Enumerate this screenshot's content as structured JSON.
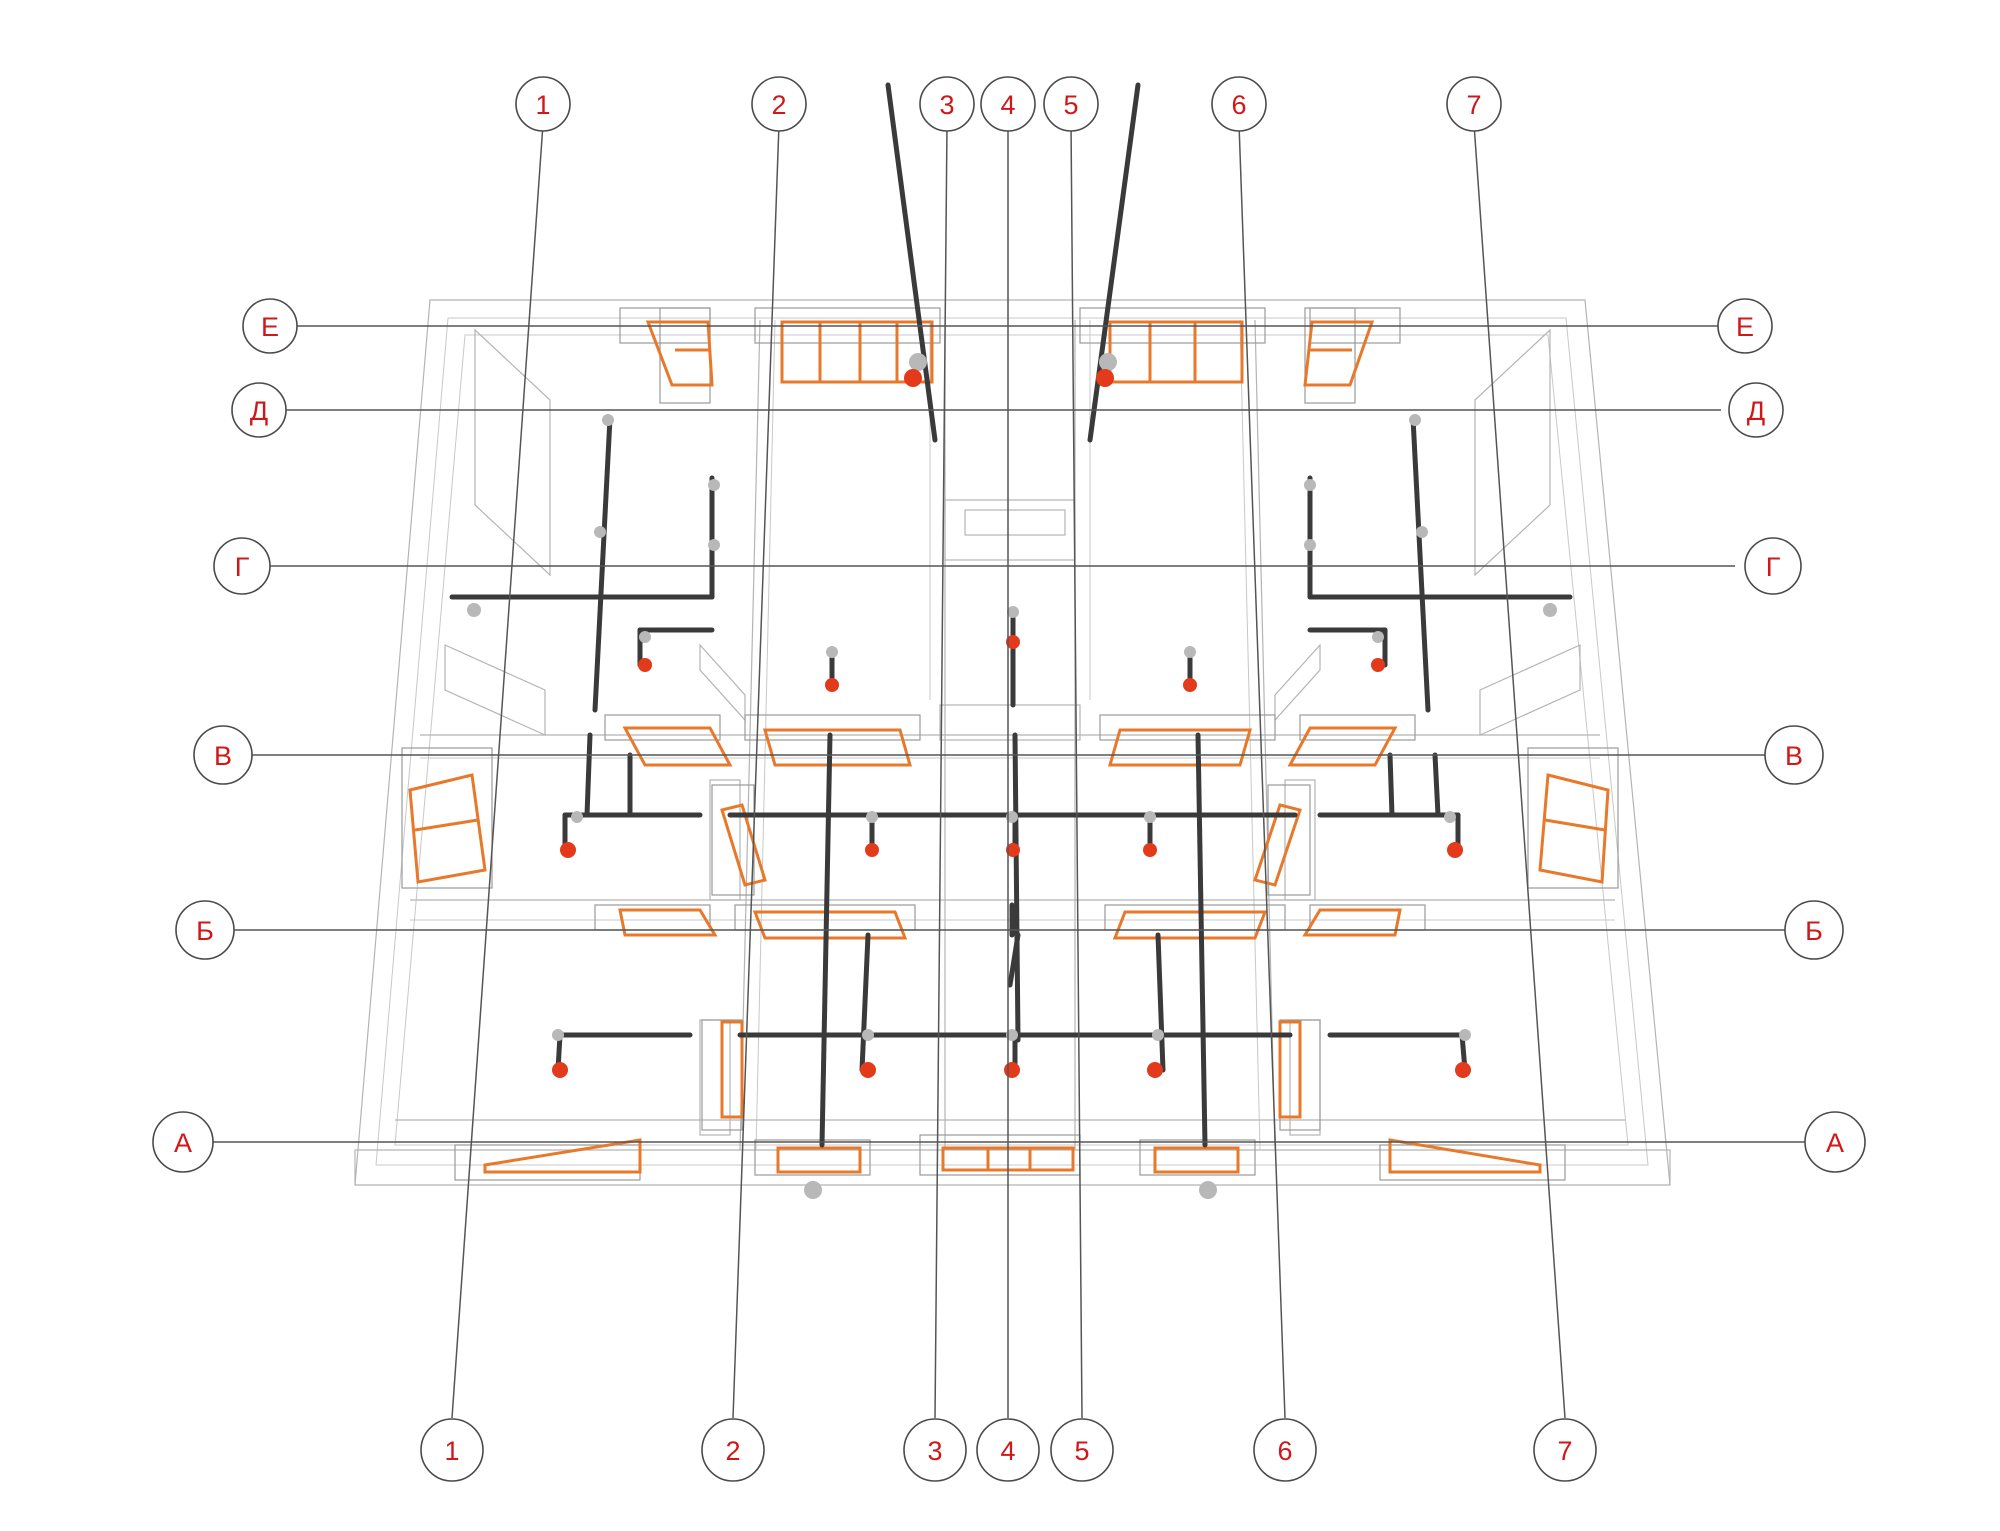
{
  "axes": {
    "numeric": [
      "1",
      "2",
      "3",
      "4",
      "5",
      "6",
      "7"
    ],
    "letter": [
      "Е",
      "Д",
      "Г",
      "В",
      "Б",
      "А"
    ]
  },
  "colors": {
    "label": "#d01818",
    "pipe": "#3a3a3a",
    "window": "#e8782a",
    "fixture_active": "#e23a1a",
    "fixture_inactive": "#b8b8b8",
    "wall": "#b4b4b4"
  }
}
